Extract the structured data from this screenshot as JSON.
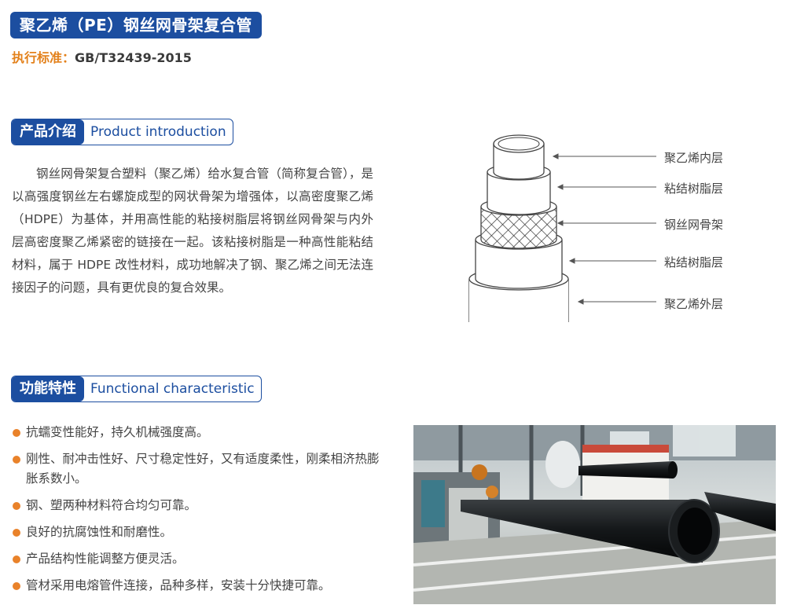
{
  "header": {
    "title": "聚乙烯（PE）钢丝网骨架复合管",
    "standard_label": "执行标准：",
    "standard_value": "GB/T32439-2015"
  },
  "intro_section": {
    "title_zh": "产品介绍",
    "title_en": "Product introduction",
    "paragraph": "钢丝网骨架复合塑料（聚乙烯）给水复合管（简称复合管），是以高强度钢丝左右螺旋成型的网状骨架为增强体，以高密度聚乙烯（HDPE）为基体，并用高性能的粘接树脂层将钢丝网骨架与内外层高密度聚乙烯紧密的链接在一起。该粘接树脂是一种高性能粘结材料，属于 HDPE 改性材料，成功地解决了钢、聚乙烯之间无法连接因子的问题，具有更优良的复合效果。"
  },
  "diagram": {
    "layers": [
      "聚乙烯内层",
      "粘结树脂层",
      "钢丝网骨架",
      "粘结树脂层",
      "聚乙烯外层"
    ]
  },
  "feature_section": {
    "title_zh": "功能特性",
    "title_en": "Functional characteristic",
    "items": [
      "抗蠕变性能好，持久机械强度高。",
      "刚性、耐冲击性好、尺寸稳定性好，又有适度柔性，刚柔相济热膨胀系数小。",
      "钢、塑两种材料符合均匀可靠。",
      "良好的抗腐蚀性和耐磨性。",
      "产品结构性能调整方便灵活。",
      "管材采用电熔管件连接，品种多样，安装十分快捷可靠。"
    ]
  },
  "colors": {
    "brand_blue": "#1c4ea0",
    "accent_orange": "#e3811b"
  }
}
